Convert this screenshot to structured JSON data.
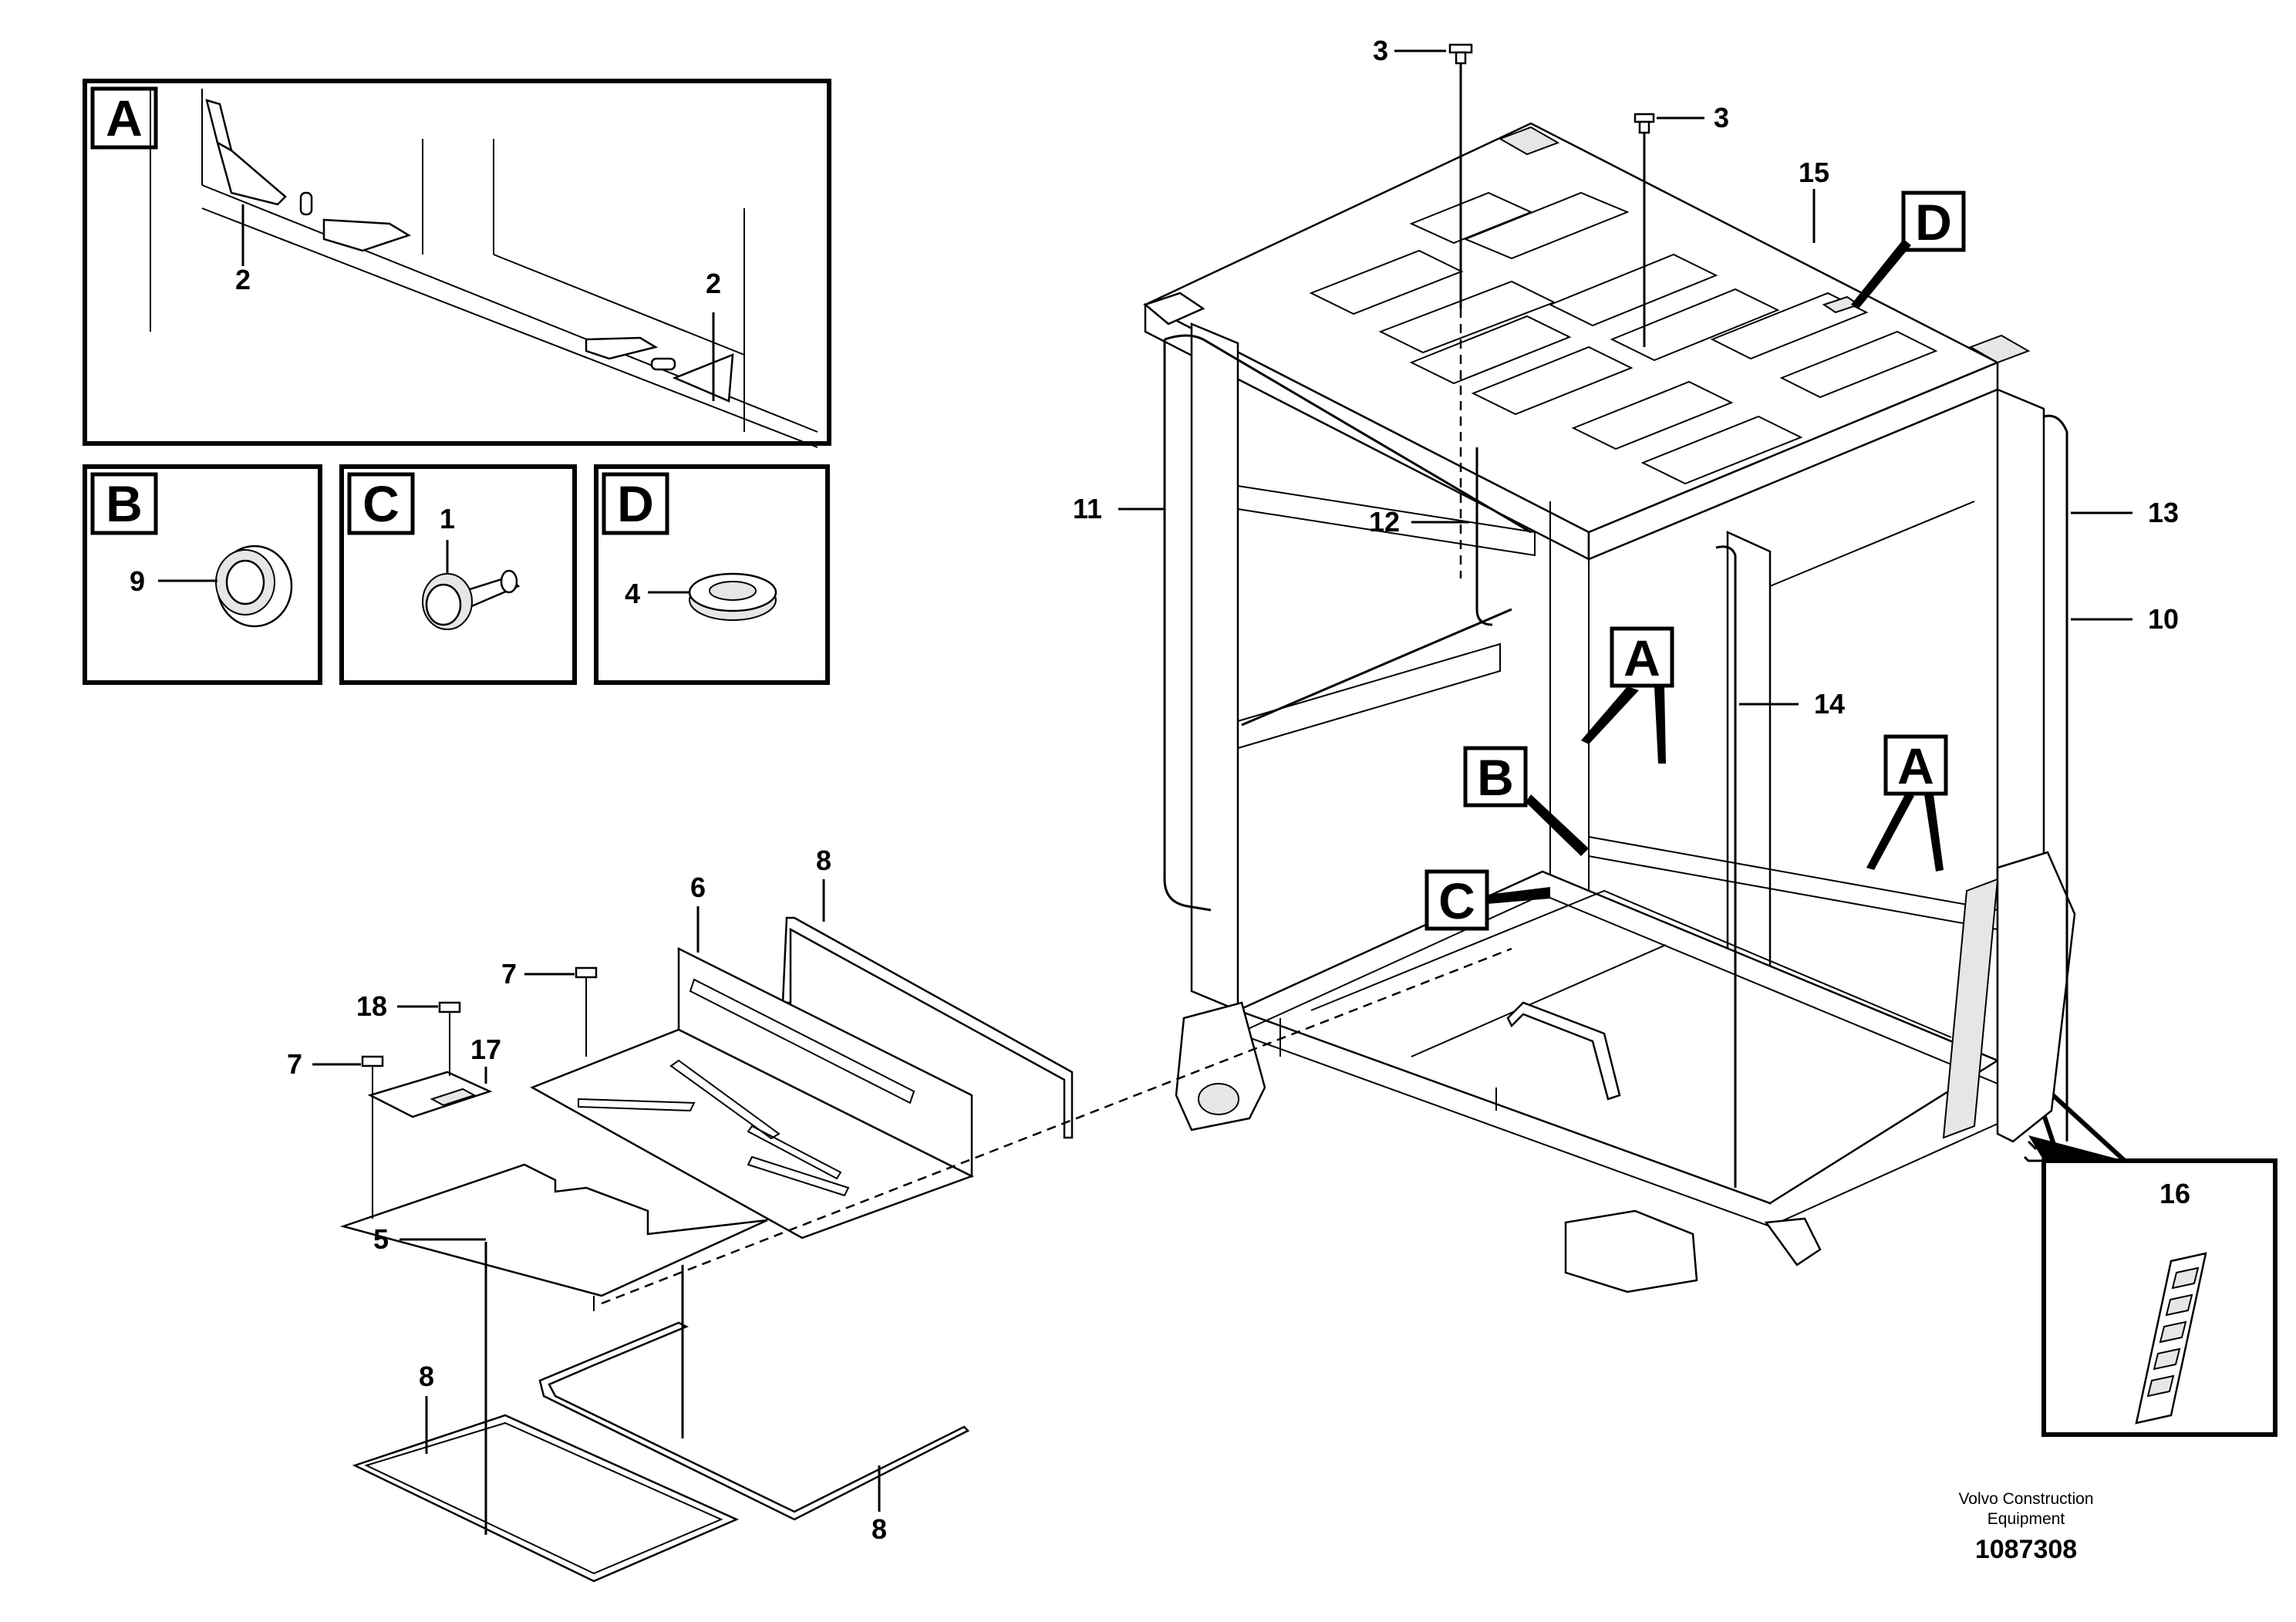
{
  "diagram": {
    "detail_boxes": [
      {
        "id": "detail-a",
        "letter": "A",
        "callouts": [
          "2",
          "2"
        ]
      },
      {
        "id": "detail-b",
        "letter": "B",
        "callouts": [
          "9"
        ]
      },
      {
        "id": "detail-c",
        "letter": "C",
        "callouts": [
          "1"
        ]
      },
      {
        "id": "detail-d",
        "letter": "D",
        "callouts": [
          "4"
        ]
      },
      {
        "id": "detail-16",
        "letter": "",
        "callouts": [
          "16"
        ]
      }
    ],
    "view_markers": [
      "A",
      "A",
      "B",
      "C",
      "D"
    ],
    "part_labels": [
      "3",
      "3",
      "15",
      "11",
      "12",
      "13",
      "10",
      "14",
      "8",
      "6",
      "7",
      "18",
      "17",
      "7",
      "5",
      "8",
      "8"
    ],
    "credit_line1": "Volvo Construction",
    "credit_line2": "Equipment",
    "document_number": "1087308"
  }
}
